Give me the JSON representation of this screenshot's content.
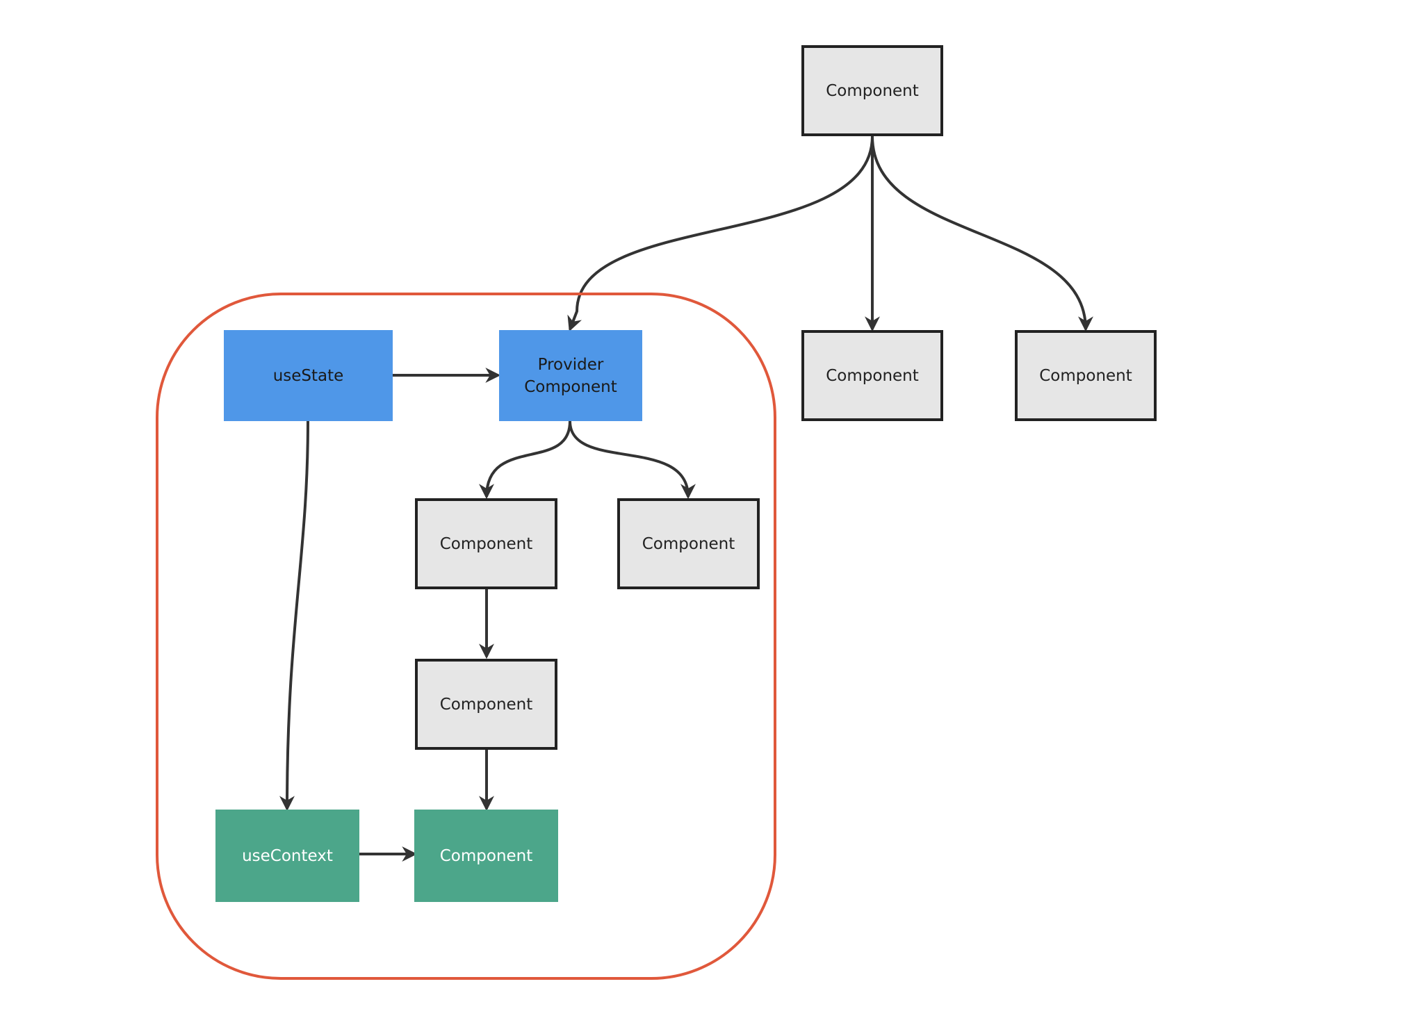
{
  "colors": {
    "edge": "#333333",
    "scope_border": "#e0583b",
    "blue_fill": "#4f97e8",
    "green_fill": "#4ca68a",
    "gray_fill": "#e6e6e6"
  },
  "nodes": {
    "root": {
      "label": "Component",
      "style": "default"
    },
    "child_middle": {
      "label": "Component",
      "style": "default"
    },
    "child_right": {
      "label": "Component",
      "style": "default"
    },
    "use_state": {
      "label": "useState",
      "style": "blue"
    },
    "provider": {
      "label": "Provider\nComponent",
      "style": "blue"
    },
    "provider_child_left": {
      "label": "Component",
      "style": "default"
    },
    "provider_child_right": {
      "label": "Component",
      "style": "default"
    },
    "nested_component": {
      "label": "Component",
      "style": "default"
    },
    "use_context": {
      "label": "useContext",
      "style": "green"
    },
    "consumer": {
      "label": "Component",
      "style": "green"
    }
  },
  "edges": [
    {
      "from": "root",
      "to": "provider"
    },
    {
      "from": "root",
      "to": "child_middle"
    },
    {
      "from": "root",
      "to": "child_right"
    },
    {
      "from": "use_state",
      "to": "provider"
    },
    {
      "from": "use_state",
      "to": "use_context"
    },
    {
      "from": "provider",
      "to": "provider_child_left"
    },
    {
      "from": "provider",
      "to": "provider_child_right"
    },
    {
      "from": "provider_child_left",
      "to": "nested_component"
    },
    {
      "from": "nested_component",
      "to": "consumer"
    },
    {
      "from": "use_context",
      "to": "consumer"
    }
  ]
}
